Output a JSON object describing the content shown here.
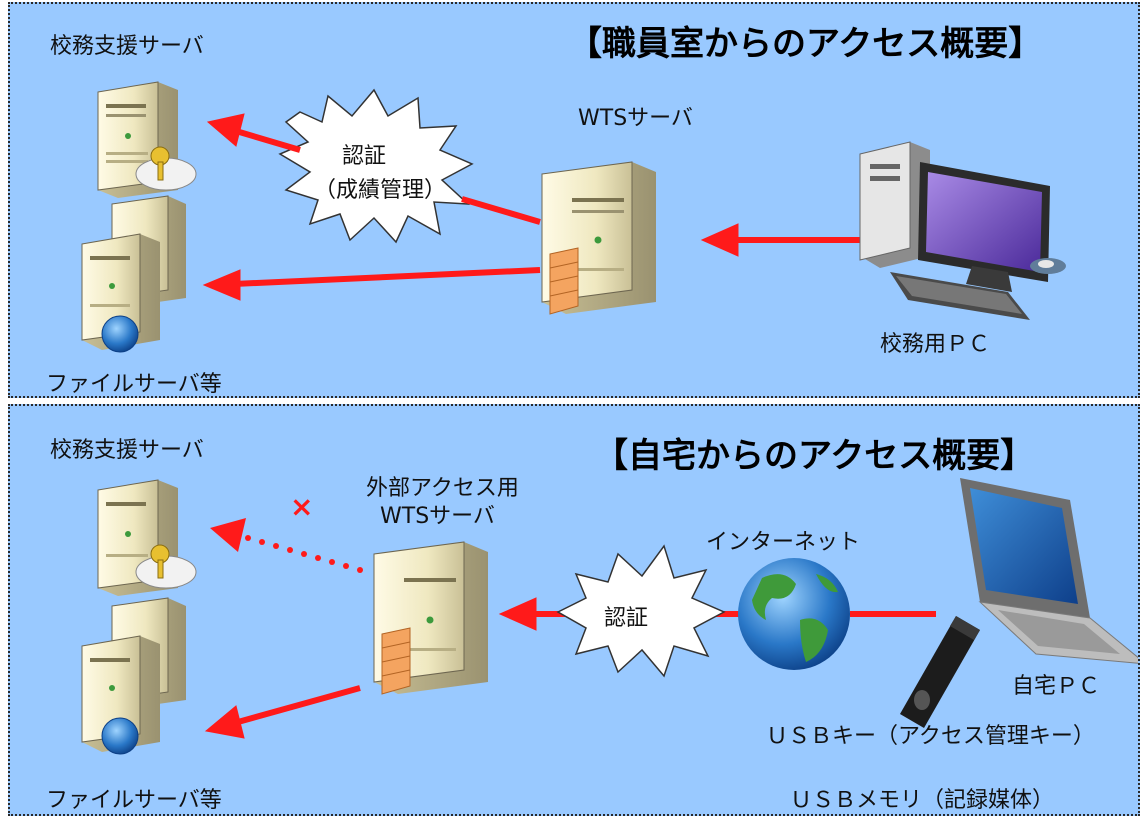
{
  "office": {
    "title": "【職員室からのアクセス概要】",
    "support_server_label": "校務支援サーバ",
    "file_server_label": "ファイルサーバ等",
    "wts_label": "WTSサーバ",
    "auth_burst_line1": "認証",
    "auth_burst_line2": "（成績管理）",
    "pc_label": "校務用ＰＣ"
  },
  "home": {
    "title": "【自宅からのアクセス概要】",
    "support_server_label": "校務支援サーバ",
    "file_server_label": "ファイルサーバ等",
    "ext_wts_line1": "外部アクセス用",
    "ext_wts_line2": "WTSサーバ",
    "blocked_mark": "×",
    "internet_label": "インターネット",
    "auth_burst": "認証",
    "pc_label": "自宅ＰＣ",
    "usb_key_label": "ＵＳＢキー（アクセス管理キー）",
    "usb_memory_label": "ＵＳＢメモリ（記録媒体）"
  },
  "colors": {
    "background": "#99c9ff",
    "arrow": "#ff1a1a",
    "server_body": "#f3eecb",
    "firewall": "#f4a460"
  }
}
